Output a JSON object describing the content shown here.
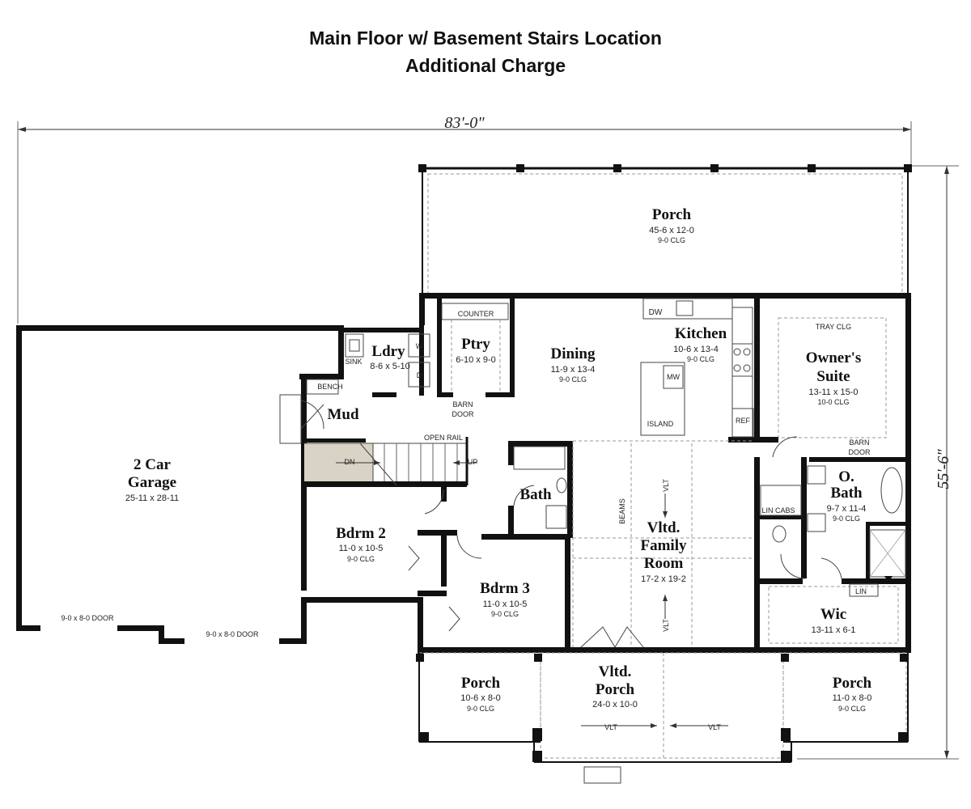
{
  "header": {
    "title_line1": "Main Floor w/ Basement Stairs Location",
    "title_line2": "Additional Charge"
  },
  "dimensions": {
    "overall_width": "83'-0\"",
    "overall_depth": "55'-6\""
  },
  "rooms": {
    "porch_rear": {
      "name": "Porch",
      "size": "45-6 x 12-0",
      "clg": "9-0 CLG"
    },
    "ptry": {
      "name": "Ptry",
      "size": "6-10 x 9-0"
    },
    "dining": {
      "name": "Dining",
      "size": "11-9 x 13-4",
      "clg": "9-0 CLG"
    },
    "kitchen": {
      "name": "Kitchen",
      "size": "10-6 x 13-4",
      "clg": "9-0 CLG"
    },
    "owners_suite": {
      "name_line1": "Owner's",
      "name_line2": "Suite",
      "size": "13-11 x 15-0",
      "clg": "10-0 CLG"
    },
    "ldry": {
      "name": "Ldry",
      "size": "8-6 x 5-10"
    },
    "mud": {
      "name": "Mud"
    },
    "garage": {
      "name_line1": "2 Car",
      "name_line2": "Garage",
      "size": "25-11 x 28-11"
    },
    "bath": {
      "name": "Bath"
    },
    "obath": {
      "name_line1": "O.",
      "name_line2": "Bath",
      "size": "9-7 x 11-4",
      "clg": "9-0 CLG"
    },
    "bdrm2": {
      "name": "Bdrm 2",
      "size": "11-0 x 10-5",
      "clg": "9-0 CLG"
    },
    "bdrm3": {
      "name": "Bdrm 3",
      "size": "11-0 x 10-5",
      "clg": "9-0 CLG"
    },
    "family": {
      "name_line1": "Vltd.",
      "name_line2": "Family",
      "name_line3": "Room",
      "size": "17-2 x 19-2"
    },
    "wic": {
      "name": "Wic",
      "size": "13-11 x 6-1"
    },
    "porch_left": {
      "name": "Porch",
      "size": "10-6 x 8-0",
      "clg": "9-0 CLG"
    },
    "vltd_porch": {
      "name_line1": "Vltd.",
      "name_line2": "Porch",
      "size": "24-0 x 10-0"
    },
    "porch_right": {
      "name": "Porch",
      "size": "11-0 x 8-0",
      "clg": "9-0 CLG"
    }
  },
  "notes": {
    "counter": "COUNTER",
    "dw": "DW",
    "mw": "MW",
    "island": "ISLAND",
    "ref": "REF",
    "tray_clg": "TRAY CLG",
    "barn_door_1": "BARN",
    "barn_door_2": "DOOR",
    "barn_door_owner_1": "BARN",
    "barn_door_owner_2": "DOOR",
    "sink": "SINK",
    "w": "W",
    "d": "D",
    "bench": "BENCH",
    "open_rail": "OPEN RAIL",
    "dn": "DN",
    "up": "UP",
    "beams": "BEAMS",
    "vlt_a": "VLT",
    "vlt_b": "VLT",
    "vlt_c": "VLT",
    "vlt_d": "VLT",
    "lin_cabs": "LIN CABS",
    "lin": "LIN",
    "garage_door_1": "9-0 x 8-0 DOOR",
    "garage_door_2": "9-0 x 8-0 DOOR"
  }
}
